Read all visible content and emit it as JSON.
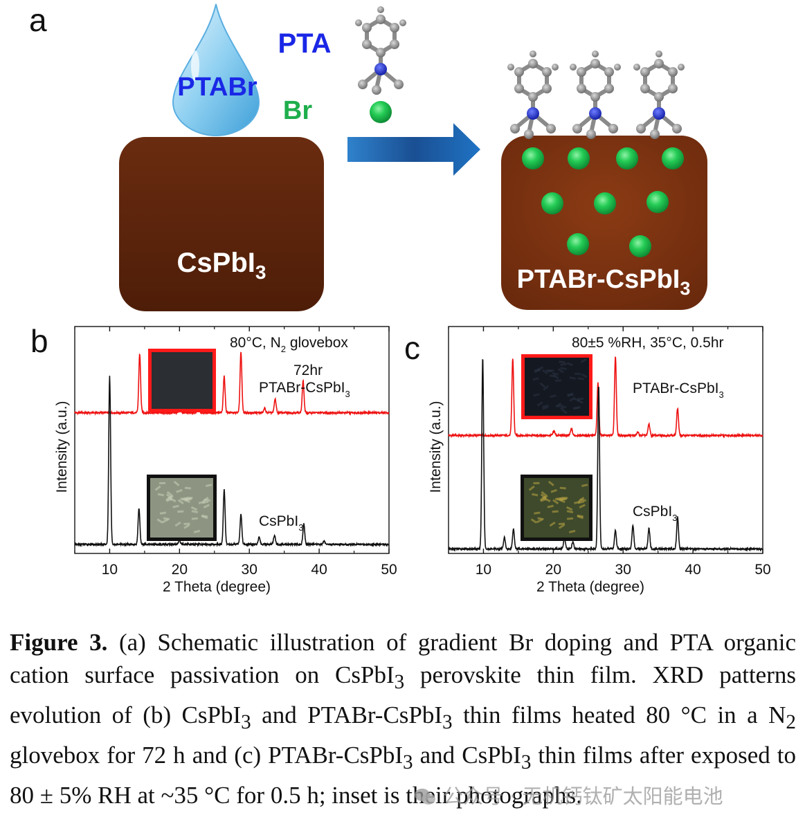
{
  "panels": {
    "a": {
      "letter": "a",
      "droplet_label": "PTABr",
      "pta_label": "PTA",
      "br_label": "Br",
      "left_block_label": "CsPbI",
      "left_block_sub": "3",
      "right_block_label": "PTABr-CsPbI",
      "right_block_sub": "3",
      "colors": {
        "block": "#5a230c",
        "droplet": "#7cc4ec",
        "pta_text": "#1a27e6",
        "br_text": "#1fae4d",
        "br_ball": "#22c24e",
        "arrow": "#1a66b8"
      }
    },
    "b": {
      "letter": "b"
    },
    "c": {
      "letter": "c"
    }
  },
  "chart_data": [
    {
      "type": "line",
      "panel": "b",
      "title": "",
      "annotation": "80°C, N2 glovebox",
      "annotation_main": "80°C, N",
      "annotation_sub": "2",
      "annotation_rest": " glovebox",
      "annotation2": "72hr",
      "xlabel": "2 Theta (degree)",
      "ylabel": "Intensity (a.u.)",
      "xlim": [
        5,
        50
      ],
      "xticks": [
        "10",
        "20",
        "30",
        "40",
        "50"
      ],
      "series": [
        {
          "name": "PTABr-CsPbI3",
          "label_main": "PTABr-CsPbI",
          "label_sub": "3",
          "color": "#ee1111",
          "baseline": 0.62,
          "peaks": [
            [
              14.3,
              0.26
            ],
            [
              20.1,
              0.012
            ],
            [
              22.7,
              0.02
            ],
            [
              26.4,
              0.16
            ],
            [
              28.8,
              0.27
            ],
            [
              32.2,
              0.02
            ],
            [
              33.7,
              0.06
            ],
            [
              37.7,
              0.14
            ]
          ]
        },
        {
          "name": "CsPbI3",
          "label_main": "CsPbI",
          "label_sub": "3",
          "color": "#111111",
          "baseline": 0.04,
          "peaks": [
            [
              10.0,
              0.74
            ],
            [
              14.2,
              0.16
            ],
            [
              20.0,
              0.02
            ],
            [
              26.4,
              0.24
            ],
            [
              28.8,
              0.13
            ],
            [
              31.4,
              0.03
            ],
            [
              33.6,
              0.04
            ],
            [
              37.8,
              0.09
            ],
            [
              40.7,
              0.015
            ]
          ]
        }
      ],
      "inset_frames": [
        {
          "series": "PTABr-CsPbI3",
          "frame_color": "#ff1a1a"
        },
        {
          "series": "CsPbI3",
          "frame_color": "#111111"
        }
      ]
    },
    {
      "type": "line",
      "panel": "c",
      "title": "",
      "annotation": "80±5 %RH, 35°C, 0.5hr",
      "xlabel": "2 Theta (degree)",
      "ylabel": "Intensity (a.u.)",
      "xlim": [
        5,
        50
      ],
      "xticks": [
        "10",
        "20",
        "30",
        "40",
        "50"
      ],
      "series": [
        {
          "name": "PTABr-CsPbI3",
          "label_main": "PTABr-CsPbI",
          "label_sub": "3",
          "color": "#ee1111",
          "baseline": 0.52,
          "peaks": [
            [
              14.2,
              0.34
            ],
            [
              20.1,
              0.02
            ],
            [
              22.6,
              0.03
            ],
            [
              26.4,
              0.23
            ],
            [
              28.9,
              0.35
            ],
            [
              32.1,
              0.015
            ],
            [
              33.7,
              0.05
            ],
            [
              37.8,
              0.12
            ]
          ]
        },
        {
          "name": "CsPbI3",
          "label_main": "CsPbI",
          "label_sub": "3",
          "color": "#111111",
          "baseline": 0.02,
          "peaks": [
            [
              9.9,
              0.84
            ],
            [
              13.0,
              0.05
            ],
            [
              14.3,
              0.09
            ],
            [
              21.6,
              0.05
            ],
            [
              22.8,
              0.03
            ],
            [
              26.5,
              0.72
            ],
            [
              28.9,
              0.08
            ],
            [
              31.4,
              0.1
            ],
            [
              33.7,
              0.09
            ],
            [
              37.8,
              0.14
            ]
          ]
        }
      ],
      "inset_frames": [
        {
          "series": "PTABr-CsPbI3",
          "frame_color": "#ff1a1a"
        },
        {
          "series": "CsPbI3",
          "frame_color": "#111111"
        }
      ]
    }
  ],
  "caption": {
    "label": "Figure 3.",
    "part1": " (a) Schematic illustration of gradient Br doping and PTA organic cation surface passivation on CsPbI",
    "sub1": "3",
    "part2": " perovskite thin film. XRD patterns evolution of (b) CsPbI",
    "sub2": "3",
    "part3": " and PTABr-CsPbI",
    "sub3": "3",
    "part4": " thin films heated 80 °C in a N",
    "sub4": "2",
    "part5": " glovebox for 72 h and (c) PTABr-CsPbI",
    "sub5": "3",
    "part6": " and CsPbI",
    "sub6": "3",
    "part7": " thin films after exposed to 80 ± 5% RH at ~35 °C for 0.5 h; inset is their photographs."
  },
  "watermark": {
    "text": "公众号 · 无机钙钛矿太阳能电池",
    "icon": "wechat-icon"
  }
}
